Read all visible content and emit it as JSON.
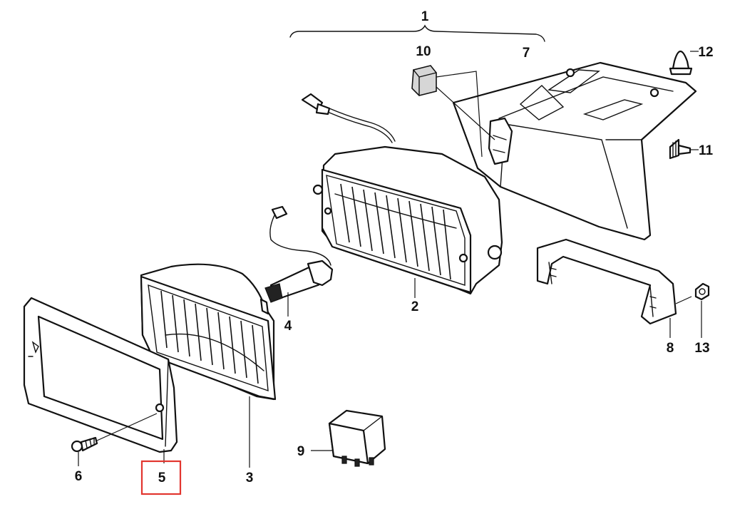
{
  "callouts": {
    "c1": "1",
    "c2": "2",
    "c3": "3",
    "c4": "4",
    "c5": "5",
    "c6": "6",
    "c7": "7",
    "c8": "8",
    "c9": "9",
    "c10": "10",
    "c11": "11",
    "c12": "12",
    "c13": "13"
  },
  "highlight": {
    "target": "5",
    "color": "#e2362f"
  }
}
